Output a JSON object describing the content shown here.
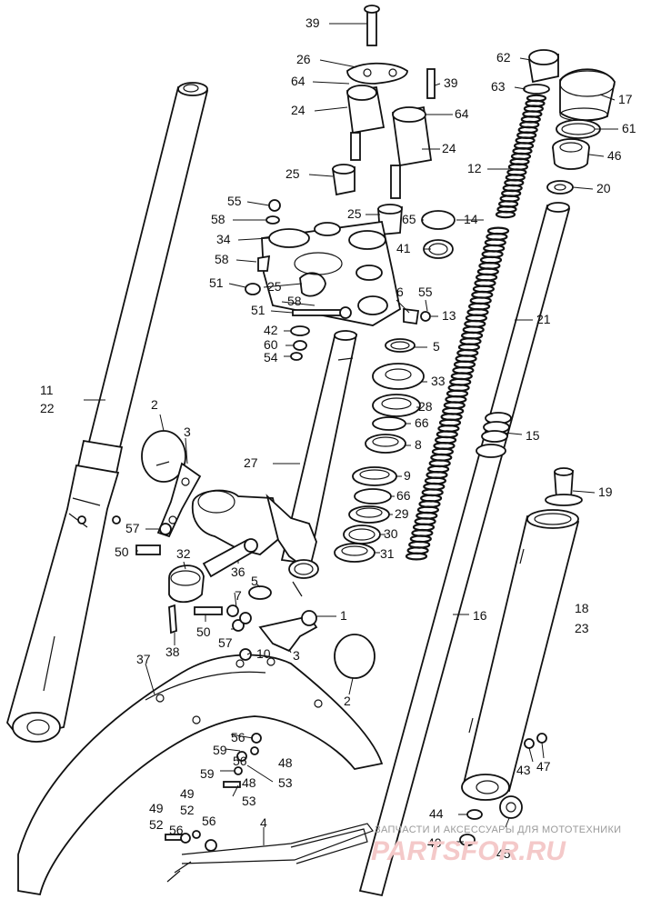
{
  "labels": [
    {
      "id": "l39a",
      "text": "39"
    },
    {
      "id": "l26",
      "text": "26"
    },
    {
      "id": "l64a",
      "text": "64"
    },
    {
      "id": "l24a",
      "text": "24"
    },
    {
      "id": "l25a",
      "text": "25"
    },
    {
      "id": "l39b",
      "text": "39"
    },
    {
      "id": "l64b",
      "text": "64"
    },
    {
      "id": "l24b",
      "text": "24"
    },
    {
      "id": "l62",
      "text": "62"
    },
    {
      "id": "l63",
      "text": "63"
    },
    {
      "id": "l17",
      "text": "17"
    },
    {
      "id": "l61",
      "text": "61"
    },
    {
      "id": "l46",
      "text": "46"
    },
    {
      "id": "l12",
      "text": "12"
    },
    {
      "id": "l20",
      "text": "20"
    },
    {
      "id": "l55a",
      "text": "55"
    },
    {
      "id": "l58a",
      "text": "58"
    },
    {
      "id": "l34",
      "text": "34"
    },
    {
      "id": "l58b",
      "text": "58"
    },
    {
      "id": "l51a",
      "text": "51"
    },
    {
      "id": "l25b",
      "text": "25"
    },
    {
      "id": "l65",
      "text": "65"
    },
    {
      "id": "l14",
      "text": "14"
    },
    {
      "id": "l41",
      "text": "41"
    },
    {
      "id": "l25c",
      "text": "25"
    },
    {
      "id": "l58c",
      "text": "58"
    },
    {
      "id": "l6",
      "text": "6"
    },
    {
      "id": "l55b",
      "text": "55"
    },
    {
      "id": "l51b",
      "text": "51"
    },
    {
      "id": "l13",
      "text": "13"
    },
    {
      "id": "l21",
      "text": "21"
    },
    {
      "id": "l42",
      "text": "42"
    },
    {
      "id": "l60",
      "text": "60"
    },
    {
      "id": "l5a",
      "text": "5"
    },
    {
      "id": "l54",
      "text": "54"
    },
    {
      "id": "l11",
      "text": "11"
    },
    {
      "id": "l22",
      "text": "22"
    },
    {
      "id": "l33",
      "text": "33"
    },
    {
      "id": "l28",
      "text": "28"
    },
    {
      "id": "l2a",
      "text": "2"
    },
    {
      "id": "l66a",
      "text": "66"
    },
    {
      "id": "l3a",
      "text": "3"
    },
    {
      "id": "l8",
      "text": "8"
    },
    {
      "id": "l15",
      "text": "15"
    },
    {
      "id": "l27",
      "text": "27"
    },
    {
      "id": "l9",
      "text": "9"
    },
    {
      "id": "l19",
      "text": "19"
    },
    {
      "id": "l66b",
      "text": "66"
    },
    {
      "id": "l29",
      "text": "29"
    },
    {
      "id": "l57a",
      "text": "57"
    },
    {
      "id": "l30",
      "text": "30"
    },
    {
      "id": "l50a",
      "text": "50"
    },
    {
      "id": "l32",
      "text": "32"
    },
    {
      "id": "l31",
      "text": "31"
    },
    {
      "id": "l36",
      "text": "36"
    },
    {
      "id": "l5b",
      "text": "5"
    },
    {
      "id": "l18",
      "text": "18"
    },
    {
      "id": "l23",
      "text": "23"
    },
    {
      "id": "l7",
      "text": "7"
    },
    {
      "id": "l1",
      "text": "1"
    },
    {
      "id": "l16",
      "text": "16"
    },
    {
      "id": "l50b",
      "text": "50"
    },
    {
      "id": "l57b",
      "text": "57"
    },
    {
      "id": "l38",
      "text": "38"
    },
    {
      "id": "l3b",
      "text": "3"
    },
    {
      "id": "l10",
      "text": "10"
    },
    {
      "id": "l37",
      "text": "37"
    },
    {
      "id": "l2b",
      "text": "2"
    },
    {
      "id": "l56a",
      "text": "56"
    },
    {
      "id": "l59a",
      "text": "59"
    },
    {
      "id": "l56b",
      "text": "56"
    },
    {
      "id": "l48a",
      "text": "48"
    },
    {
      "id": "l43",
      "text": "43"
    },
    {
      "id": "l47",
      "text": "47"
    },
    {
      "id": "l59b",
      "text": "59"
    },
    {
      "id": "l48b",
      "text": "48"
    },
    {
      "id": "l53a",
      "text": "53"
    },
    {
      "id": "l53b",
      "text": "53"
    },
    {
      "id": "l49a",
      "text": "49"
    },
    {
      "id": "l52a",
      "text": "52"
    },
    {
      "id": "l44",
      "text": "44"
    },
    {
      "id": "l49b",
      "text": "49"
    },
    {
      "id": "l52b",
      "text": "52"
    },
    {
      "id": "l4",
      "text": "4"
    },
    {
      "id": "l56c",
      "text": "56"
    },
    {
      "id": "l56d",
      "text": "56"
    },
    {
      "id": "l40",
      "text": "40"
    },
    {
      "id": "l45",
      "text": "45"
    }
  ],
  "watermark": {
    "line1": "ЗАПЧАСТИ И АКСЕССУАРЫ ДЛЯ МОТОТЕХНИКИ",
    "line2": "PARTSFOR.RU"
  }
}
